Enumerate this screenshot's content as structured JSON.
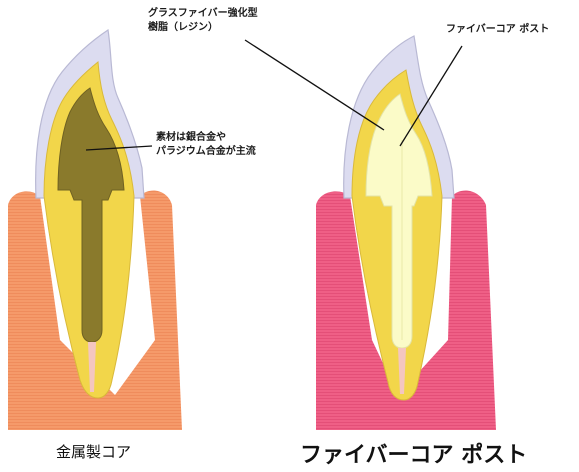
{
  "labels": {
    "metal_material_line1": "素材は銀合金や",
    "metal_material_line2": "パラジウム合金が主流",
    "resin_line1": "グラスファイバー強化型",
    "resin_line2": "樹脂（レジン）",
    "fiber_post": "ファイバーコア ポスト"
  },
  "captions": {
    "left": "金属製コア",
    "right": "ファイバーコア ポスト"
  },
  "colors": {
    "enamel": "#dcdcf0",
    "enamel_edge": "#b9b9d4",
    "dentin": "#f2d64a",
    "metal_core": "#8a7a2c",
    "fiber_core": "#fbfbc8",
    "gum_left": "#f59a6a",
    "gum_right": "#ef5f86",
    "pulp_tip": "#f4c6c0"
  }
}
